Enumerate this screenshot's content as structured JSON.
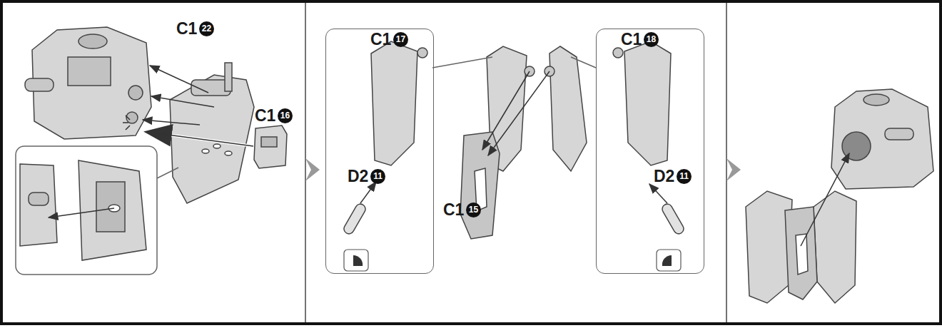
{
  "diagram": {
    "nodes": [
      {
        "text": [
          "C1",
          "17",
          "D2",
          "11"
        ]
      },
      {
        "text": [
          "C1",
          "18",
          "D2",
          "11"
        ]
      }
    ],
    "labels": [
      "C1",
      "22",
      "C1",
      "16",
      "C1",
      "15"
    ]
  }
}
